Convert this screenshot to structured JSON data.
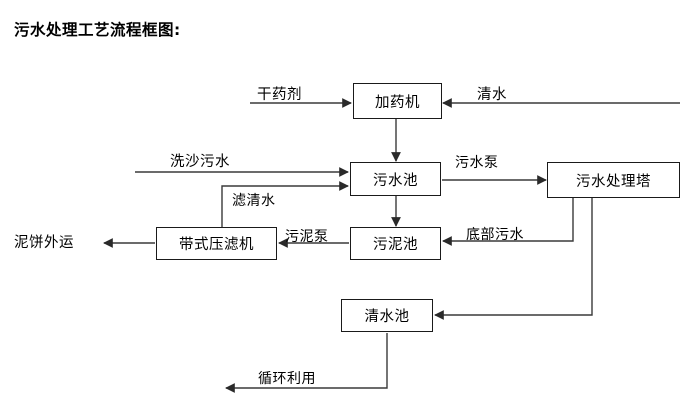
{
  "title": "污水处理工艺流程框图:",
  "diagram": {
    "nodes": [
      {
        "id": "dosing_machine",
        "label": "加药机"
      },
      {
        "id": "sewage_pool",
        "label": "污水池"
      },
      {
        "id": "treatment_tower",
        "label": "污水处理塔"
      },
      {
        "id": "belt_press",
        "label": "带式压滤机"
      },
      {
        "id": "sludge_pool",
        "label": "污泥池"
      },
      {
        "id": "clear_water_pool",
        "label": "清水池"
      }
    ],
    "terminals": [
      {
        "id": "dry_chemical",
        "label": "干药剂"
      },
      {
        "id": "clean_water_in",
        "label": "清水"
      },
      {
        "id": "sand_wash_water",
        "label": "洗沙污水"
      },
      {
        "id": "mud_cake_out",
        "label": "泥饼外运"
      }
    ],
    "edge_labels": [
      {
        "id": "filtered_water",
        "label": "滤清水"
      },
      {
        "id": "sewage_pump",
        "label": "污水泵"
      },
      {
        "id": "sludge_pump",
        "label": "污泥泵"
      },
      {
        "id": "bottom_sewage",
        "label": "底部污水"
      },
      {
        "id": "recycle_reuse",
        "label": "循环利用"
      }
    ],
    "colors": {
      "stroke": "#1a1a1a",
      "line": "#3a3a3a",
      "background": "#ffffff",
      "text": "#000000"
    }
  }
}
